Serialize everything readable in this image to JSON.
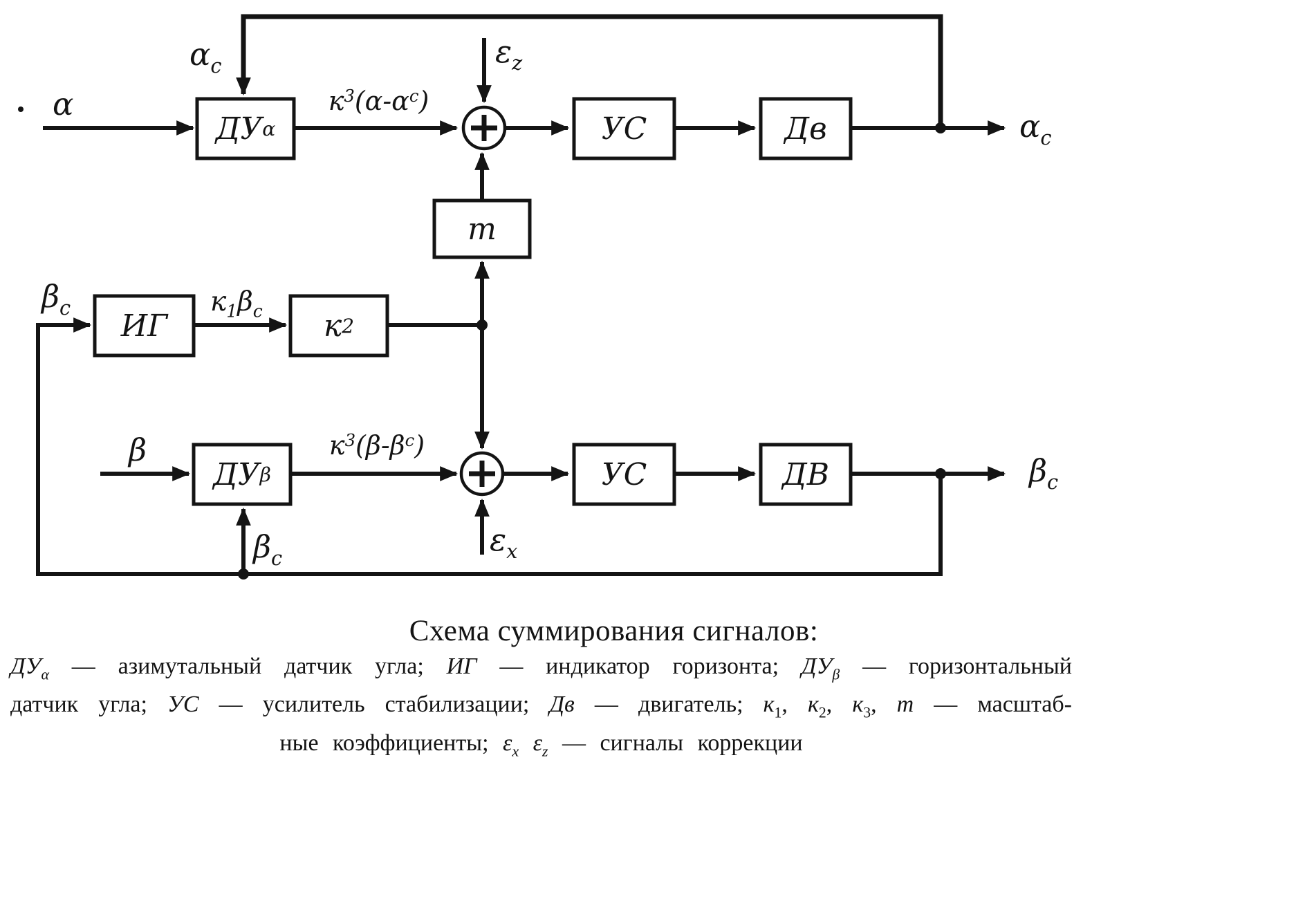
{
  "page": {
    "background": "#ffffff",
    "ink": "#141414"
  },
  "caption": "Схема суммирования сигналов:",
  "blocks": {
    "du_alpha": [
      {
        "t": "ДУ"
      },
      {
        "t": "α",
        "sub": true
      }
    ],
    "us_top": "УС",
    "dv_top": "Дв",
    "m": "m",
    "ig": "ИГ",
    "k2": [
      {
        "t": "к"
      },
      {
        "t": "2",
        "sub": true
      }
    ],
    "du_beta": [
      {
        "t": "ДУ"
      },
      {
        "t": "β",
        "sub": true
      }
    ],
    "us_bottom": "УС",
    "dv_bottom": "ДВ"
  },
  "signals": {
    "alpha_in": "α",
    "alpha_c_feedback": [
      {
        "t": "α"
      },
      {
        "t": "c",
        "sub": true
      }
    ],
    "k3_alpha": [
      {
        "t": "к"
      },
      {
        "t": "3",
        "sub": true
      },
      {
        "t": "(α-α"
      },
      {
        "t": "c",
        "sub": true
      },
      {
        "t": ")"
      }
    ],
    "eps_z": [
      {
        "t": "ε"
      },
      {
        "t": "z",
        "sub": true
      }
    ],
    "alpha_c_out": [
      {
        "t": "α"
      },
      {
        "t": "c",
        "sub": true
      }
    ],
    "beta_c_left": [
      {
        "t": "β"
      },
      {
        "t": "c",
        "sub": true
      }
    ],
    "k1_beta_c": [
      {
        "t": "к"
      },
      {
        "t": "1",
        "sub": true
      },
      {
        "t": "β"
      },
      {
        "t": "c",
        "sub": true
      }
    ],
    "beta_in": "β",
    "k3_beta": [
      {
        "t": "к"
      },
      {
        "t": "3",
        "sub": true
      },
      {
        "t": "(β-β"
      },
      {
        "t": "c",
        "sub": true
      },
      {
        "t": ")"
      }
    ],
    "eps_x": [
      {
        "t": "ε"
      },
      {
        "t": "x",
        "sub": true
      }
    ],
    "beta_c_out": [
      {
        "t": "β"
      },
      {
        "t": "c",
        "sub": true
      }
    ],
    "beta_c_branch": [
      {
        "t": "β"
      },
      {
        "t": "c",
        "sub": true
      }
    ]
  },
  "legend": {
    "line1": [
      {
        "t": "ДУ",
        "i": true
      },
      {
        "t": "α",
        "sub": true,
        "i": true
      },
      {
        "t": " — азимутальный датчик угла; "
      },
      {
        "t": "ИГ",
        "i": true
      },
      {
        "t": " — индикатор горизонта; "
      },
      {
        "t": "ДУ",
        "i": true
      },
      {
        "t": "β",
        "sub": true,
        "i": true
      },
      {
        "t": " — горизонтальный"
      }
    ],
    "line2": [
      {
        "t": "датчик угла; "
      },
      {
        "t": "УС",
        "i": true
      },
      {
        "t": " — усилитель стабилизации; "
      },
      {
        "t": "Дв",
        "i": true
      },
      {
        "t": " — двигатель; "
      },
      {
        "t": "к",
        "i": true
      },
      {
        "t": "1",
        "sub": true
      },
      {
        "t": ", "
      },
      {
        "t": "к",
        "i": true
      },
      {
        "t": "2",
        "sub": true
      },
      {
        "t": ", "
      },
      {
        "t": "к",
        "i": true
      },
      {
        "t": "3",
        "sub": true
      },
      {
        "t": ", "
      },
      {
        "t": "m",
        "i": true
      },
      {
        "t": " — масштаб-"
      }
    ],
    "line3": [
      {
        "t": "ные коэффициенты; "
      },
      {
        "t": "ε",
        "i": true
      },
      {
        "t": "x",
        "sub": true,
        "i": true
      },
      {
        "t": " "
      },
      {
        "t": "ε",
        "i": true
      },
      {
        "t": "z",
        "sub": true,
        "i": true
      },
      {
        "t": " — сигналы коррекции"
      }
    ]
  }
}
